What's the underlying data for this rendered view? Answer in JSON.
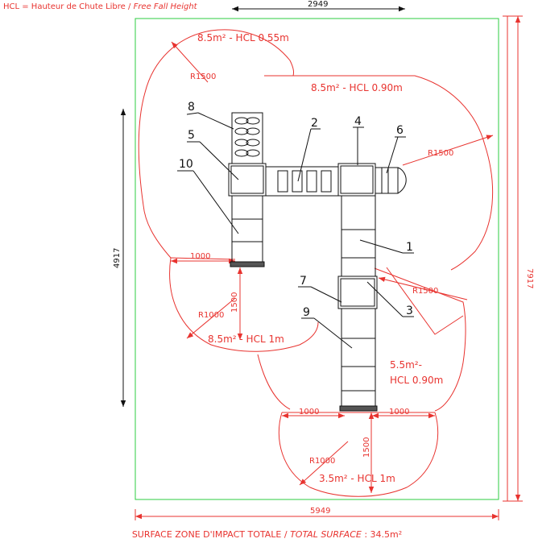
{
  "header": {
    "hcl_fr": "HCL = Hauteur de Chute Libre / ",
    "hcl_en": "Free Fall Height",
    "dim_top": "2949"
  },
  "dims": {
    "total_width": "5949",
    "total_height": "7917",
    "inner_height": "4917",
    "r1500_a": "R1500",
    "r1500_b": "R1500",
    "r1500_c": "R1500",
    "r1000_a": "R1000",
    "r1000_b": "R1000",
    "d1000_a": "1000",
    "d1000_b": "1000",
    "d1000_c": "1000",
    "d1500_a": "1500",
    "d1500_b": "1500"
  },
  "zones": {
    "z1": "8.5m² - HCL 0.55m",
    "z2": "8.5m² - HCL 0.90m",
    "z3": "8.5m² - HCL 1m",
    "z4_line1": "5.5m²-",
    "z4_line2": "HCL 0.90m",
    "z5": "3.5m² - HCL 1m"
  },
  "callouts": [
    "1",
    "2",
    "3",
    "4",
    "5",
    "6",
    "7",
    "8",
    "9",
    "10"
  ],
  "footer": {
    "fr": "SURFACE ZONE D'IMPACT TOTALE / ",
    "en": "TOTAL SURFACE",
    "value": " : 34.5m²"
  }
}
